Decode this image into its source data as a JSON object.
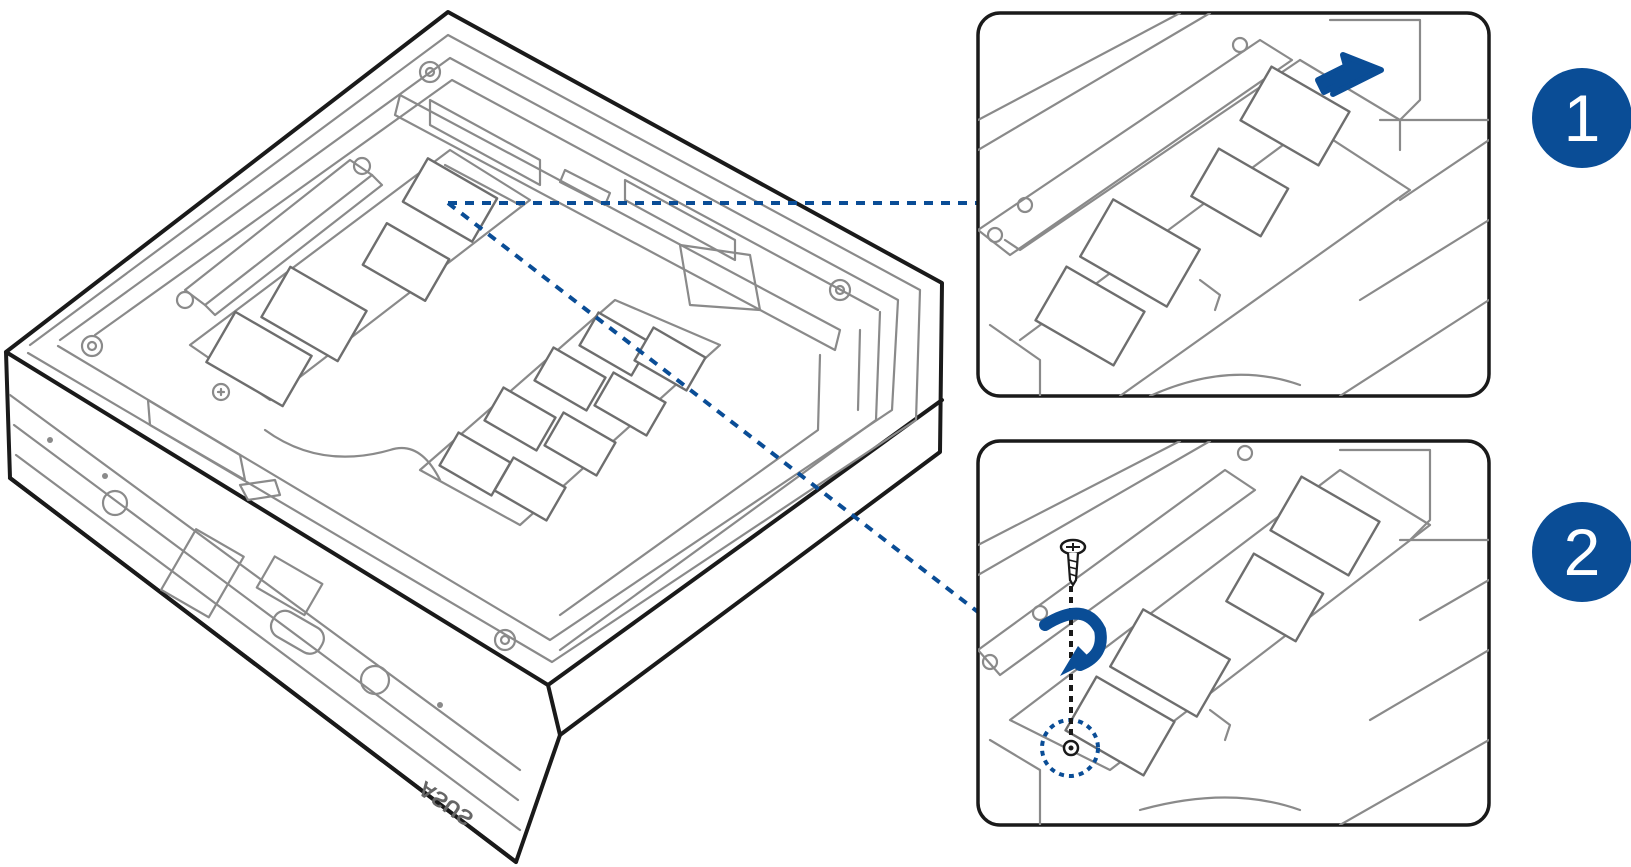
{
  "steps": [
    {
      "number": "1"
    },
    {
      "number": "2"
    }
  ],
  "brand": {
    "logo_text": "ASUS"
  },
  "colors": {
    "accent": "#0a4d96",
    "outline_dark": "#1a1a1a",
    "outline_light": "#8a8a8a",
    "background": "#ffffff"
  },
  "icons": {
    "step1_arrow": "arrow-up-right-icon",
    "step2_arrow": "rotate-clockwise-icon",
    "screw": "screw-icon"
  }
}
